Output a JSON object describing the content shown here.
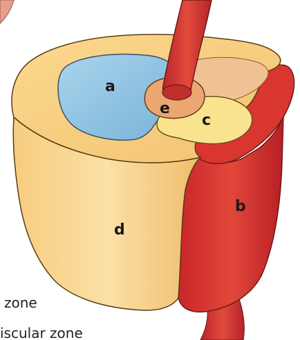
{
  "labels": {
    "a": "a",
    "b": "b",
    "c": "c",
    "d": "d",
    "e": "e"
  },
  "zone_texts": [
    "zone",
    "iscular zone"
  ],
  "colors": {
    "blue_zone": "#8fc4e2",
    "red_zone": "#d8332c",
    "yellow_zone": "#f8e08c",
    "outer_zone": "#f5c978",
    "peach_zone": "#eaa772",
    "urethra": "#cf3a2f"
  }
}
